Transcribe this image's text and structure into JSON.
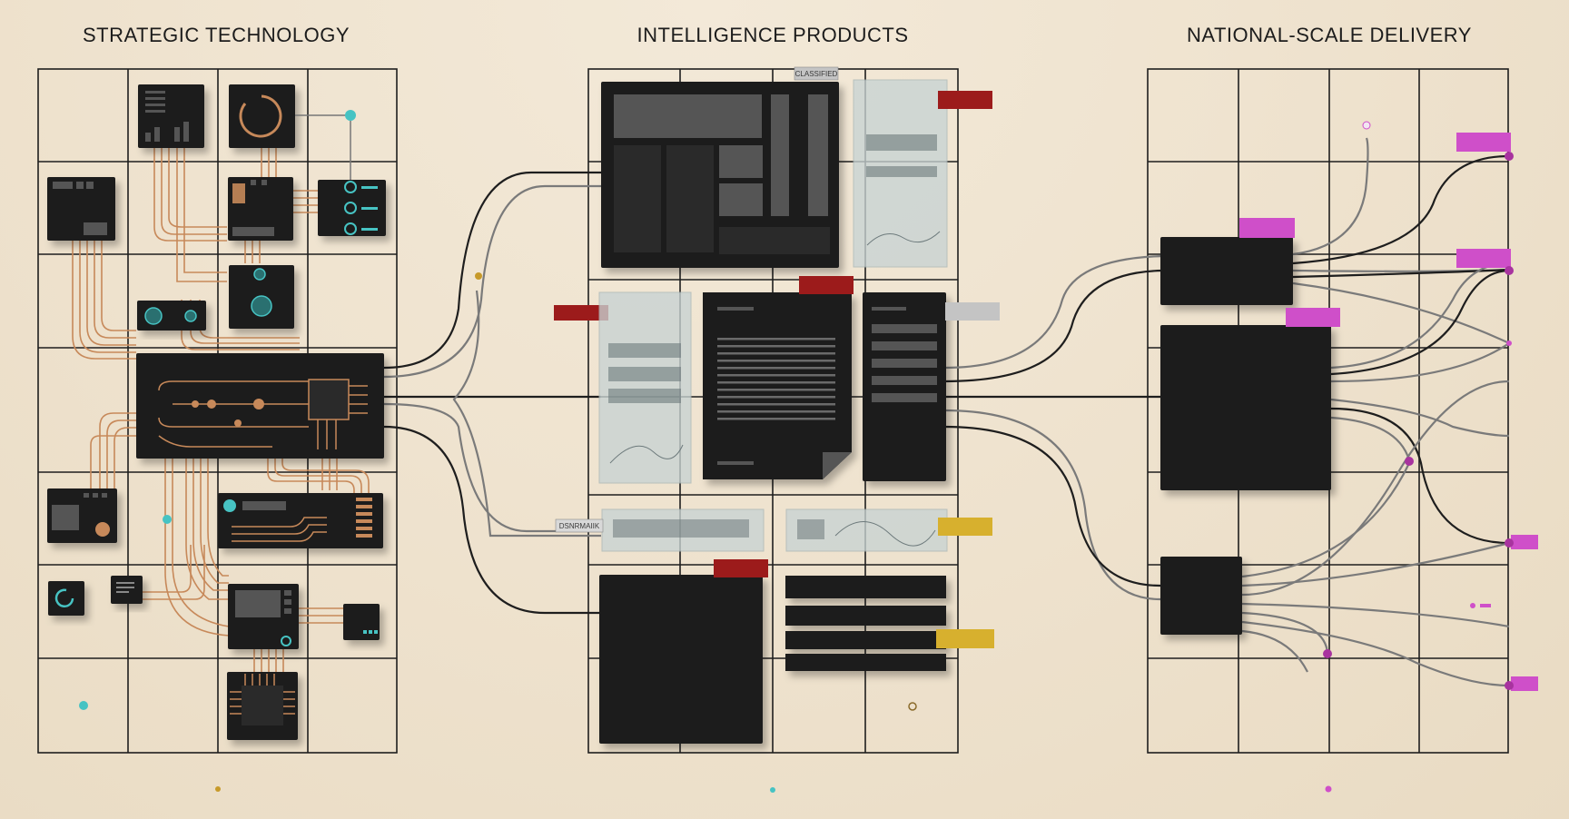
{
  "sections": {
    "left": {
      "title": "STRATEGIC TECHNOLOGY"
    },
    "middle": {
      "title": "INTELLIGENCE PRODUCTS"
    },
    "right": {
      "title": "NATIONAL-SCALE DELIVERY"
    }
  },
  "labels": {
    "classified": "CLASSIFIED",
    "dsnrmaiik": "DSNRMAIIK"
  },
  "colors": {
    "background": "#efe3cf",
    "grid": "#1e1e1e",
    "block": "#1b1b1b",
    "copper": "#c7895a",
    "teal": "#46c3c3",
    "red_tag": "#9c1b1b",
    "yellow_tag": "#d7b02e",
    "magenta_tag": "#cf4fc9",
    "gray_tag": "#c4c4c4",
    "translucent_panel": "#c8d3d3"
  }
}
